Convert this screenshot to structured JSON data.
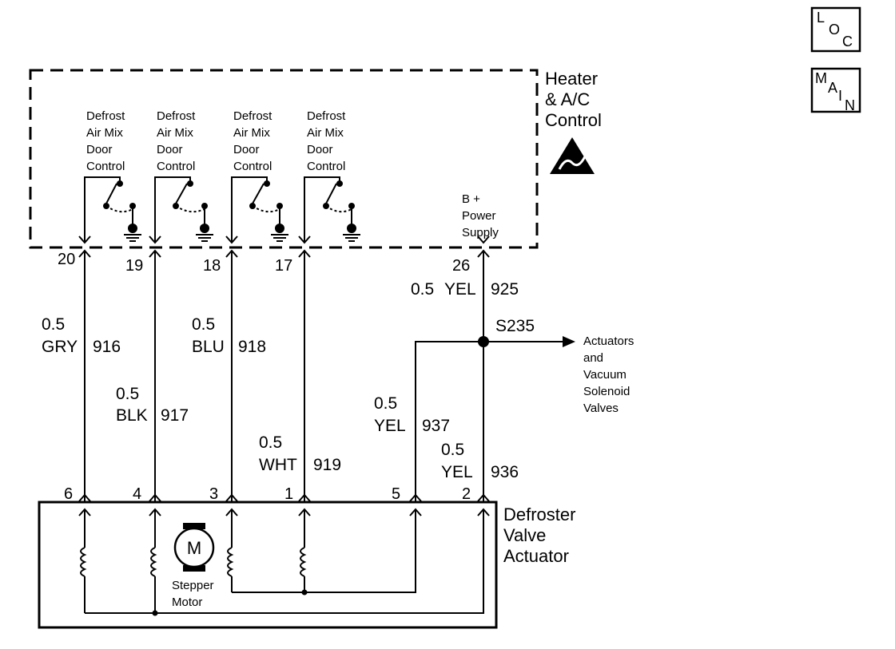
{
  "nav": {
    "loc": {
      "letters": [
        "L",
        "O",
        "C"
      ]
    },
    "main": {
      "letters": [
        "M",
        "A",
        "I",
        "N"
      ]
    }
  },
  "control_module": {
    "title_lines": [
      "Heater",
      "& A/C",
      "Control"
    ],
    "switch_labels": [
      [
        "Defrost",
        "Air Mix",
        "Door",
        "Control"
      ],
      [
        "Defrost",
        "Air Mix",
        "Door",
        "Control"
      ],
      [
        "Defrost",
        "Air Mix",
        "Door",
        "Control"
      ],
      [
        "Defrost",
        "Air Mix",
        "Door",
        "Control"
      ]
    ],
    "power_supply_lines": [
      "B +",
      "Power",
      "Supply"
    ]
  },
  "connector_pins_top": [
    "20",
    "19",
    "18",
    "17",
    "26"
  ],
  "wires": {
    "w916": {
      "gauge": "0.5",
      "color": "GRY",
      "circuit": "916"
    },
    "w917": {
      "gauge": "0.5",
      "color": "BLK",
      "circuit": "917"
    },
    "w918": {
      "gauge": "0.5",
      "color": "BLU",
      "circuit": "918"
    },
    "w919": {
      "gauge": "0.5",
      "color": "WHT",
      "circuit": "919"
    },
    "w925": {
      "gauge": "0.5",
      "color": "YEL",
      "circuit": "925"
    },
    "w937": {
      "gauge": "0.5",
      "color": "YEL",
      "circuit": "937"
    },
    "w936": {
      "gauge": "0.5",
      "color": "YEL",
      "circuit": "936"
    }
  },
  "splice": {
    "id": "S235"
  },
  "branch_label_lines": [
    "Actuators",
    "and",
    "Vacuum",
    "Solenoid",
    "Valves"
  ],
  "actuator": {
    "title_lines": [
      "Defroster",
      "Valve",
      "Actuator"
    ],
    "pins": [
      "6",
      "4",
      "3",
      "1",
      "5",
      "2"
    ],
    "motor_symbol": "M",
    "motor_label_lines": [
      "Stepper",
      "Motor"
    ]
  }
}
